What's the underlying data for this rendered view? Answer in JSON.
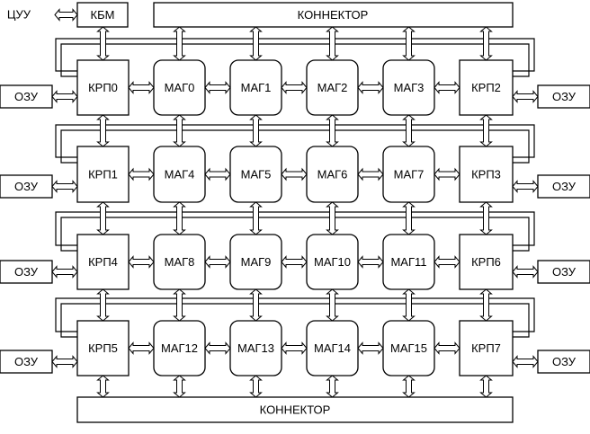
{
  "diagram": {
    "cuu_label": "ЦУУ",
    "kbm_label": "КБМ",
    "connector_top_label": "КОННЕКТОР",
    "connector_bottom_label": "КОННЕКТОР",
    "rows": [
      {
        "krp_left": "КРП0",
        "mags": [
          "МАГ0",
          "МАГ1",
          "МАГ2",
          "МАГ3"
        ],
        "krp_right": "КРП2",
        "ozu_left": "ОЗУ",
        "ozu_right": "ОЗУ"
      },
      {
        "krp_left": "КРП1",
        "mags": [
          "МАГ4",
          "МАГ5",
          "МАГ6",
          "МАГ7"
        ],
        "krp_right": "КРП3",
        "ozu_left": "ОЗУ",
        "ozu_right": "ОЗУ"
      },
      {
        "krp_left": "КРП4",
        "mags": [
          "МАГ8",
          "МАГ9",
          "МАГ10",
          "МАГ11"
        ],
        "krp_right": "КРП6",
        "ozu_left": "ОЗУ",
        "ozu_right": "ОЗУ"
      },
      {
        "krp_left": "КРП5",
        "mags": [
          "МАГ12",
          "МАГ13",
          "МАГ14",
          "МАГ15"
        ],
        "krp_right": "КРП7",
        "ozu_left": "ОЗУ",
        "ozu_right": "ОЗУ"
      }
    ]
  }
}
